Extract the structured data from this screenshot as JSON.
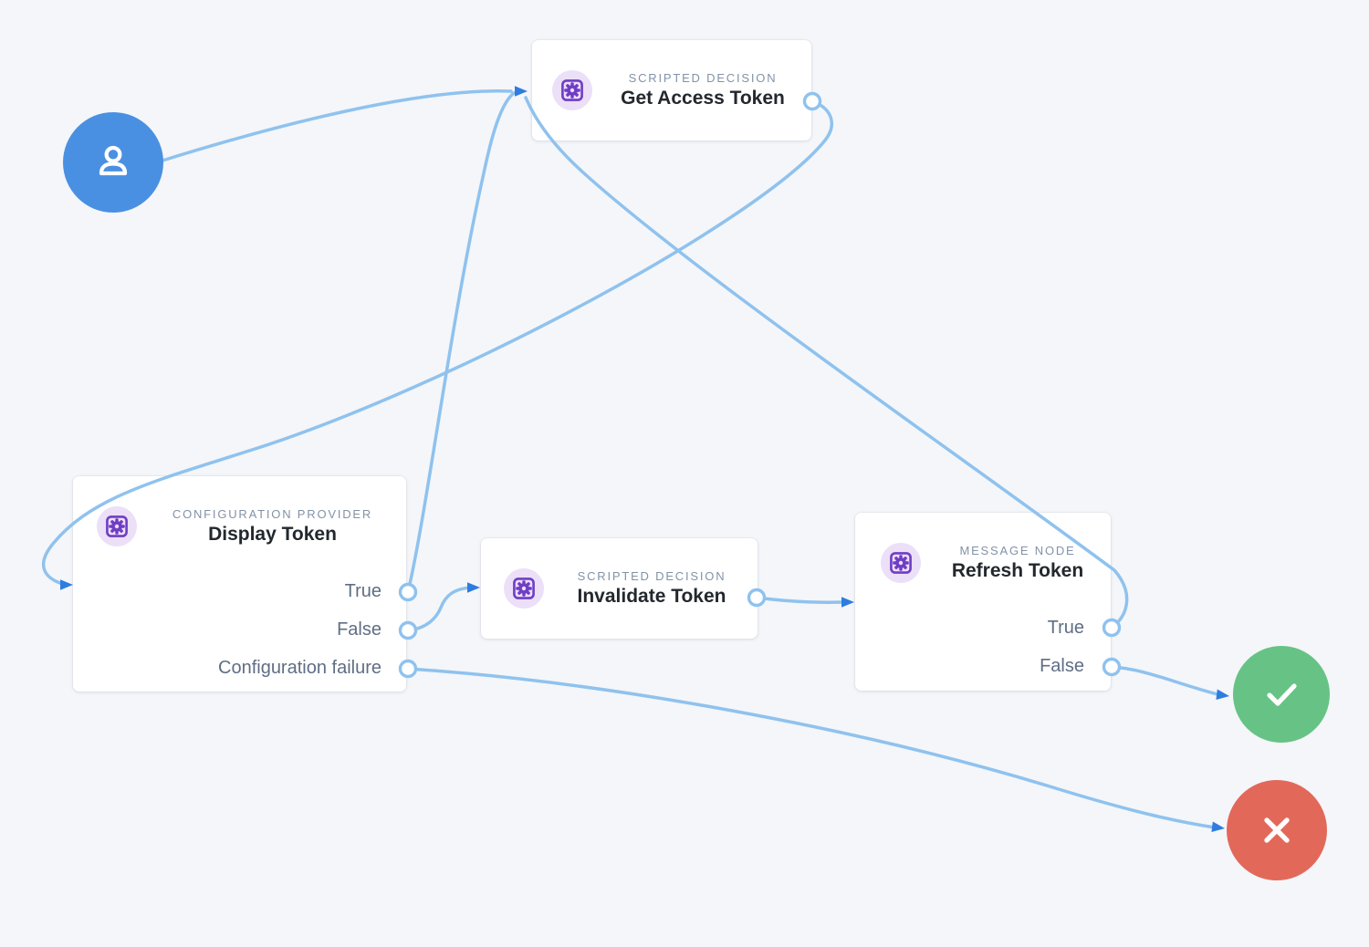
{
  "colors": {
    "canvas_bg": "#f4f6f9",
    "card_bg": "#ffffff",
    "edge": "#8fc2ee",
    "arrow": "#2e7ce0",
    "port_fill": "#ffffff",
    "type_label": "#8293a7",
    "title": "#23282e",
    "outcome_label": "#5f6e84",
    "icon_badge_bg": "#ecdff8",
    "icon_badge_glyph": "#6f3ec3",
    "start_node": "#4a90e2",
    "success_node": "#66c385",
    "failure_node": "#e2695a"
  },
  "nodes": {
    "start": {
      "icon": "user-icon"
    },
    "get_access_token": {
      "type_label": "SCRIPTED DECISION",
      "title": "Get Access Token"
    },
    "display_token": {
      "type_label": "CONFIGURATION PROVIDER",
      "title": "Display Token",
      "outcomes": [
        "True",
        "False",
        "Configuration failure"
      ]
    },
    "invalidate_token": {
      "type_label": "SCRIPTED DECISION",
      "title": "Invalidate Token"
    },
    "refresh_token": {
      "type_label": "MESSAGE NODE",
      "title": "Refresh Token",
      "outcomes": [
        "True",
        "False"
      ]
    },
    "success": {
      "icon": "check-icon"
    },
    "failure": {
      "icon": "x-icon"
    }
  },
  "edges": [
    {
      "from": "start",
      "to": "get_access_token"
    },
    {
      "from": "get_access_token",
      "to": "display_token"
    },
    {
      "from": "display_token:True",
      "to": "get_access_token"
    },
    {
      "from": "display_token:False",
      "to": "invalidate_token"
    },
    {
      "from": "display_token:Configuration failure",
      "to": "failure"
    },
    {
      "from": "invalidate_token",
      "to": "refresh_token"
    },
    {
      "from": "refresh_token:True",
      "to": "get_access_token"
    },
    {
      "from": "refresh_token:False",
      "to": "success"
    }
  ]
}
